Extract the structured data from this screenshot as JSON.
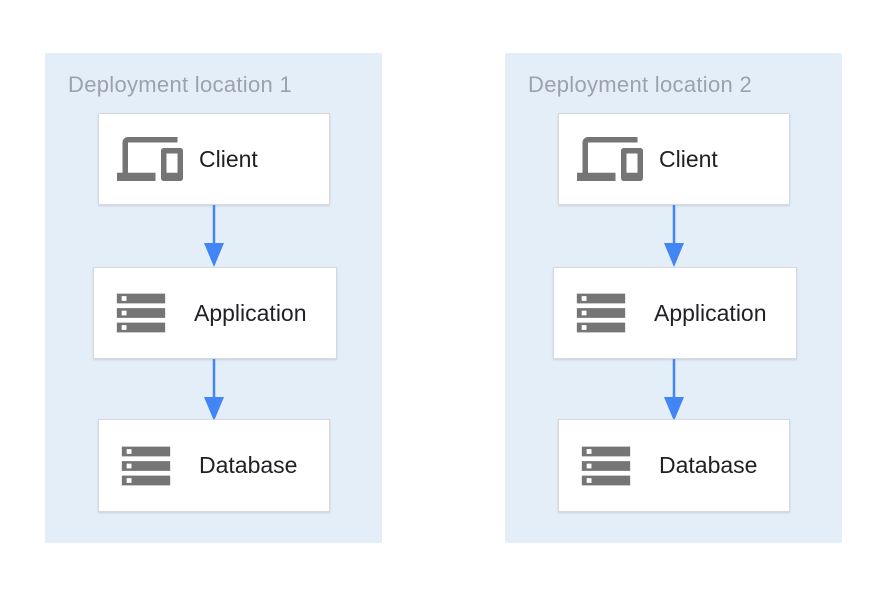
{
  "diagram": {
    "type": "architecture-flow",
    "panels": [
      {
        "title": "Deployment location 1",
        "nodes": [
          {
            "label": "Client",
            "icon": "devices-icon"
          },
          {
            "label": "Application",
            "icon": "storage-icon"
          },
          {
            "label": "Database",
            "icon": "storage-icon"
          }
        ],
        "edges": [
          {
            "from": "Client",
            "to": "Application"
          },
          {
            "from": "Application",
            "to": "Database"
          }
        ]
      },
      {
        "title": "Deployment location 2",
        "nodes": [
          {
            "label": "Client",
            "icon": "devices-icon"
          },
          {
            "label": "Application",
            "icon": "storage-icon"
          },
          {
            "label": "Database",
            "icon": "storage-icon"
          }
        ],
        "edges": [
          {
            "from": "Client",
            "to": "Application"
          },
          {
            "from": "Application",
            "to": "Database"
          }
        ]
      }
    ]
  },
  "colors": {
    "page-bg": "#FFFFFF",
    "panel-bg": "#E4EEF9",
    "title-gray": "#9AA3AD",
    "box-bg": "#FFFFFF",
    "box-border": "#D6DADE",
    "label-text": "#202124",
    "icon-gray": "#757575",
    "arrow-blue": "#4285F4"
  }
}
